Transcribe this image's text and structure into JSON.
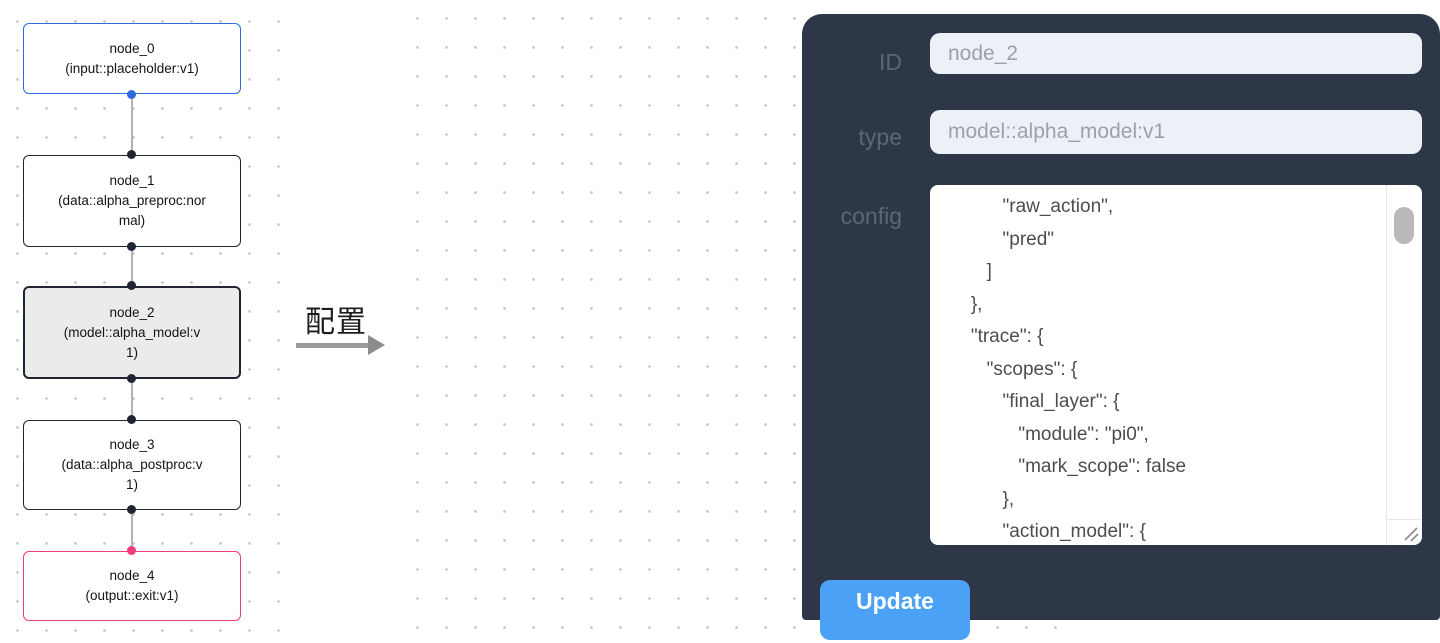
{
  "flow": {
    "nodes": [
      {
        "title": "node_0",
        "subtitle": "(input::placeholder:v1)"
      },
      {
        "title": "node_1",
        "subtitle": "(data::alpha_preproc:normal)"
      },
      {
        "title": "node_2",
        "subtitle": "(model::alpha_model:v1)"
      },
      {
        "title": "node_3",
        "subtitle": "(data::alpha_postproc:v1)"
      },
      {
        "title": "node_4",
        "subtitle": "(output::exit:v1)"
      }
    ]
  },
  "transition": {
    "label": "配置"
  },
  "panel": {
    "id_label": "ID",
    "id_value": "node_2",
    "type_label": "type",
    "type_value": "model::alpha_model:v1",
    "config_label": "config",
    "config_lines": [
      "         \"raw_action\",",
      "         \"pred\"",
      "      ]",
      "   },",
      "   \"trace\": {",
      "      \"scopes\": {",
      "         \"final_layer\": {",
      "            \"module\": \"pi0\",",
      "            \"mark_scope\": false",
      "         },",
      "         \"action_model\": {"
    ],
    "update_label": "Update"
  },
  "colors": {
    "panel_bg": "#2d3748",
    "accent_blue": "#4aa1f6",
    "node_input_border": "#2b6cdf",
    "node_output_border": "#ee3d7f",
    "node_default_border": "#1f2532",
    "selected_node_bg": "#ebebeb"
  }
}
